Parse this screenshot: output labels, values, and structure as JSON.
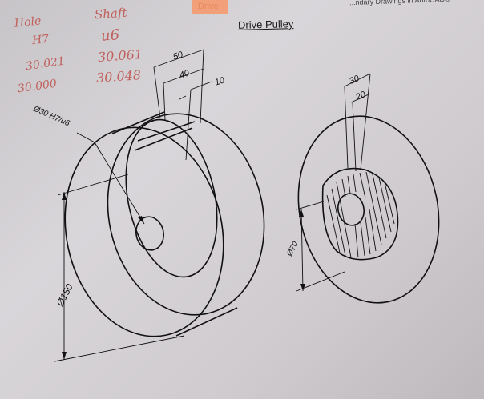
{
  "header": {
    "corner_text": "...ndary Drawings in AutoCAD®",
    "tab_text": "Drive",
    "title": "Drive Pulley"
  },
  "handwritten": {
    "hole_label": "Hole",
    "shaft_label": "Shaft",
    "hole_tolerance": "H7",
    "shaft_tolerance": "u6",
    "hole_max": "30.021",
    "hole_min": "30.000",
    "shaft_max": "30.061",
    "shaft_min": "30.048"
  },
  "dimensions": {
    "d50": "50",
    "d40": "40",
    "d10": "10",
    "d30": "30",
    "d20": "20",
    "fit": "Ø30 H7/u6",
    "dia150": "Ø150",
    "dia70": "Ø70"
  },
  "colors": {
    "handwriting": "#c0605c",
    "tab": "#f2a07a",
    "paper": "#d3d0d4",
    "ink": "#111111"
  }
}
